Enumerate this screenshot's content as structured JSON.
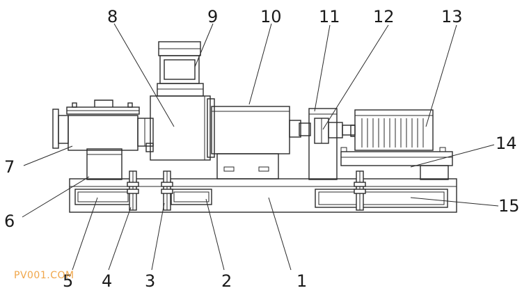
{
  "callouts": {
    "c1": "1",
    "c2": "2",
    "c3": "3",
    "c4": "4",
    "c5": "5",
    "c6": "6",
    "c7": "7",
    "c8": "8",
    "c9": "9",
    "c10": "10",
    "c11": "11",
    "c12": "12",
    "c13": "13",
    "c14": "14",
    "c15": "15"
  },
  "watermark": "PV001.COM",
  "colors": {
    "line": "#2a2a2a",
    "text": "#1a1a1a",
    "watermark": "#f0a64a"
  }
}
